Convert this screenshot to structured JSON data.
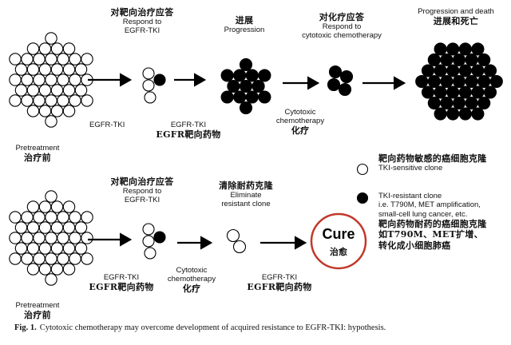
{
  "top_row": {
    "pretreatment": {
      "en": "Pretreatment",
      "zh": "治疗前"
    },
    "tki1": {
      "zh": "对靶向治疗应答",
      "en1": "Respond to",
      "en2": "EGFR-TKI"
    },
    "arrow1_label": "EGFR-TKI",
    "drug1": {
      "en": "EGFR-TKI",
      "zh": "EGFR靶向药物"
    },
    "progression": {
      "zh": "进展",
      "en": "Progression"
    },
    "chemo_label": {
      "en1": "Cytotoxic",
      "en2": "chemotherapy",
      "zh": "化疗"
    },
    "chemo_resp": {
      "zh": "对化疗应答",
      "en1": "Respond to",
      "en2": "cytotoxic chemotherapy"
    },
    "death": {
      "en": "Progression  and death",
      "zh": "进展和死亡"
    }
  },
  "bottom_row": {
    "pretreatment": {
      "en": "Pretreatment",
      "zh": "治疗前"
    },
    "tki1": {
      "zh": "对靶向治疗应答",
      "en1": "Respond to",
      "en2": "EGFR-TKI"
    },
    "drug1": {
      "en": "EGFR-TKI",
      "zh": "EGFR靶向药物"
    },
    "eliminate": {
      "zh": "清除耐药克隆",
      "en1": "Eliminate",
      "en2": "resistant clone"
    },
    "chemo_label": {
      "en1": "Cytotoxic",
      "en2": "chemotherapy",
      "zh": "化疗"
    },
    "drug2": {
      "en": "EGFR-TKI",
      "zh": "EGFR靶向药物"
    },
    "cure": {
      "en": "Cure",
      "zh": "治愈"
    }
  },
  "legend": {
    "sensitive": {
      "zh": "靶向药物敏感的癌细胞克隆",
      "en": "TKI-sensitive clone"
    },
    "resistant": {
      "en1": "TKI-resistant clone",
      "en2": "i.e. T790M, MET amplification,",
      "en3": "small-cell lung cancer, etc.",
      "zh1": "靶向药物耐药的癌细胞克隆",
      "zh2": "如T790M、MET扩增、",
      "zh3": "转化成小细胞肺癌"
    }
  },
  "caption": {
    "label": "Fig. 1.",
    "text": "Cytotoxic chemotherapy may overcome development of acquired resistance to EGFR-TKI: hypothesis."
  },
  "colors": {
    "cell_sensitive_fill": "#ffffff",
    "cell_resistant_fill": "#000000",
    "cure_ring": "#c0392b",
    "stroke": "#000000"
  }
}
